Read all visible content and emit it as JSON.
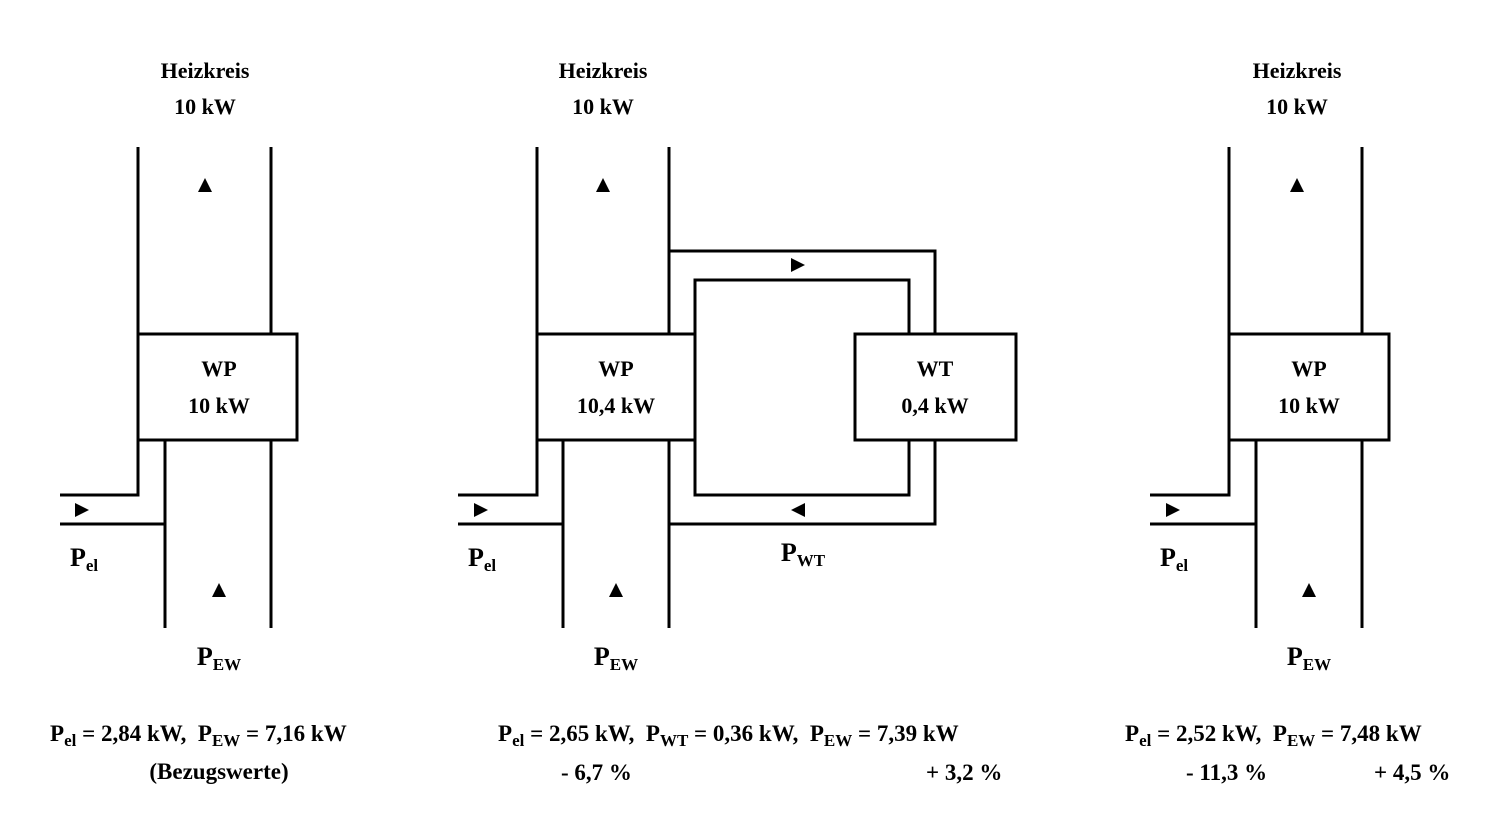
{
  "diagrams": [
    {
      "heizkreis_label": "Heizkreis",
      "heizkreis_power": "10 kW",
      "wp_label": "WP",
      "wp_power": "10 kW",
      "pel_symbol": "P",
      "pel_sub": "el",
      "pew_symbol": "P",
      "pew_sub": "EW",
      "result_pel_value": "= 2,84 kW,",
      "result_pew_value": "= 7,16 kW",
      "result_note": "(Bezugswerte)"
    },
    {
      "heizkreis_label": "Heizkreis",
      "heizkreis_power": "10 kW",
      "wp_label": "WP",
      "wp_power": "10,4 kW",
      "wt_label": "WT",
      "wt_power": "0,4 kW",
      "pel_symbol": "P",
      "pel_sub": "el",
      "pew_symbol": "P",
      "pew_sub": "EW",
      "pwt_symbol": "P",
      "pwt_sub": "WT",
      "result_pel_value": "= 2,65 kW,",
      "result_pwt_value": "= 0,36 kW,",
      "result_pew_value": "= 7,39 kW",
      "pel_change": "- 6,7 %",
      "pew_change": "+ 3,2 %"
    },
    {
      "heizkreis_label": "Heizkreis",
      "heizkreis_power": "10 kW",
      "wp_label": "WP",
      "wp_power": "10 kW",
      "pel_symbol": "P",
      "pel_sub": "el",
      "pew_symbol": "P",
      "pew_sub": "EW",
      "result_pel_value": "= 2,52 kW,",
      "result_pew_value": "= 7,48 kW",
      "pel_change": "- 11,3 %",
      "pew_change": "+ 4,5 %"
    }
  ]
}
